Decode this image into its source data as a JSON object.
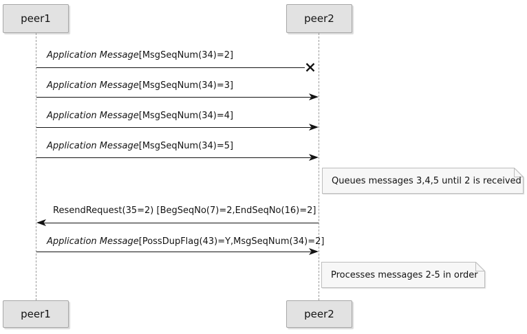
{
  "participants": [
    {
      "label": "peer1"
    },
    {
      "label": "peer2"
    }
  ],
  "messages": [
    {
      "label_italic": "Application Message",
      "label_plain": "[MsgSeqNum(34)=2]",
      "from": "peer1",
      "to": "peer2",
      "delivery": "lost"
    },
    {
      "label_italic": "Application Message",
      "label_plain": "[MsgSeqNum(34)=3]",
      "from": "peer1",
      "to": "peer2",
      "delivery": "delivered"
    },
    {
      "label_italic": "Application Message",
      "label_plain": "[MsgSeqNum(34)=4]",
      "from": "peer1",
      "to": "peer2",
      "delivery": "delivered"
    },
    {
      "label_italic": "Application Message",
      "label_plain": "[MsgSeqNum(34)=5]",
      "from": "peer1",
      "to": "peer2",
      "delivery": "delivered"
    },
    {
      "label_italic": "",
      "label_plain": "ResendRequest(35=2) [BegSeqNo(7)=2,EndSeqNo(16)=2]",
      "from": "peer2",
      "to": "peer1",
      "delivery": "delivered"
    },
    {
      "label_italic": "Application Message",
      "label_plain": "[PossDupFlag(43)=Y,MsgSeqNum(34)=2]",
      "from": "peer1",
      "to": "peer2",
      "delivery": "delivered"
    }
  ],
  "notes": [
    {
      "text": "Queues messages 3,4,5 until 2 is received",
      "position": "right of peer2"
    },
    {
      "text": "Processes messages 2-5 in order",
      "position": "right of peer2"
    }
  ],
  "colors": {
    "background": "#ffffff",
    "participant_fill": "#e2e2e2",
    "participant_border": "#a7a7a7",
    "note_fill": "#f7f7f7",
    "note_border": "#bdbdbd",
    "line": "#131313",
    "lifeline": "#9a9a9a"
  }
}
